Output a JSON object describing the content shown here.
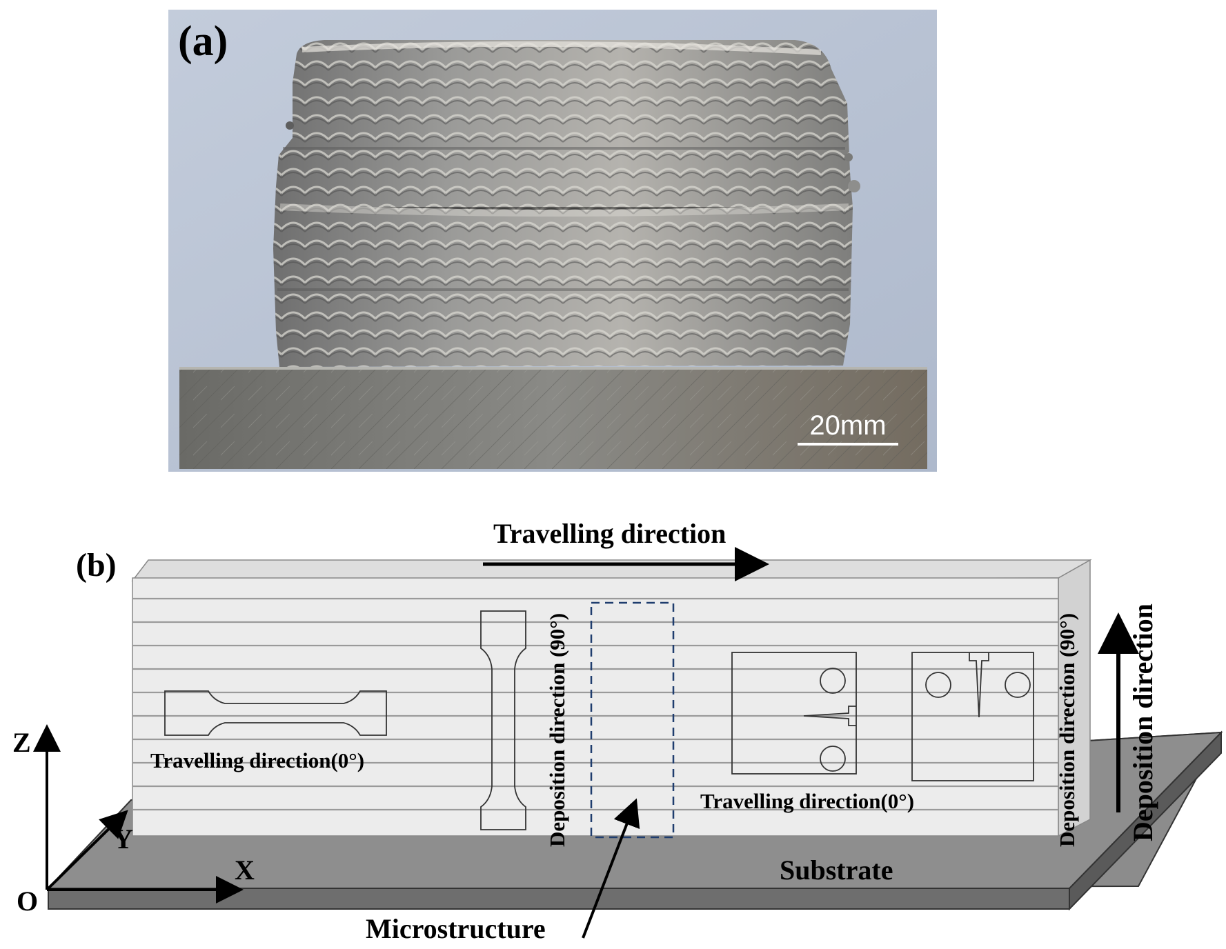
{
  "panel_a": {
    "label": "(a)",
    "scale_bar": "20mm"
  },
  "panel_b": {
    "label": "(b)",
    "travelling_direction_top": "Travelling direction",
    "travelling_direction_left": "Travelling direction(0°)",
    "travelling_direction_right": "Travelling direction(0°)",
    "deposition_direction_mid": "Deposition direction (90°)",
    "deposition_direction_right": "Deposition direction (90°)",
    "deposition_direction_arrow": "Deposition direction",
    "microstructure": "Microstructure",
    "substrate": "Substrate",
    "axes": {
      "z": "Z",
      "y": "Y",
      "x": "X",
      "origin": "O"
    }
  },
  "colors": {
    "photo_background": "#b9c3d4",
    "deposit_metal": "#8a8a8a",
    "wall_face": "#ececec",
    "substrate": "#8c8c8c",
    "microstructure_box": "#1f3d6e"
  }
}
